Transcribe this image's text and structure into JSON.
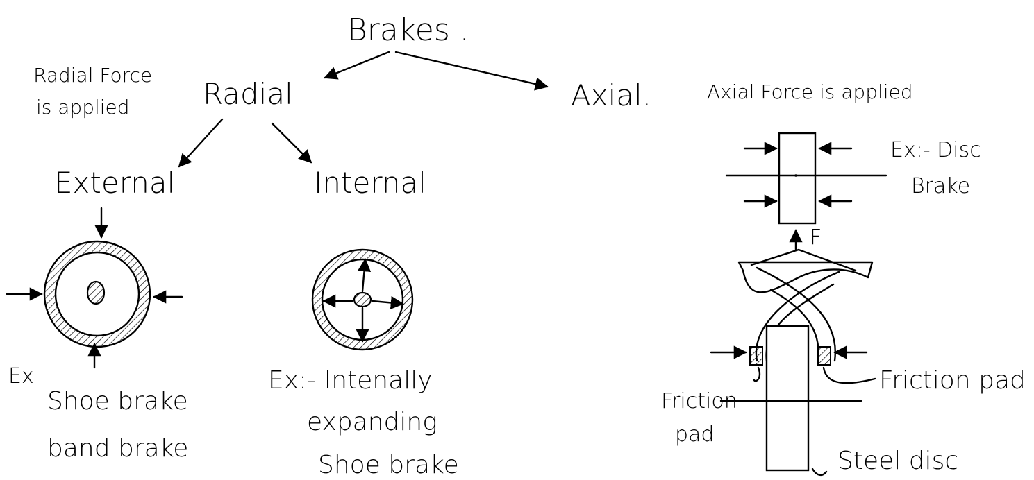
{
  "title": "Brakes .",
  "radial": {
    "label": "Radial",
    "note_line1": "Radial Force",
    "note_line2": "is applied",
    "external": {
      "label": "External",
      "ex_label": "Ex",
      "example_line1": "Shoe brake",
      "example_line2": "band brake"
    },
    "internal": {
      "label": "Internal",
      "example_line1": "Ex:- Intenally",
      "example_line2": "expanding",
      "example_line3": "Shoe brake"
    }
  },
  "axial": {
    "label": "Axial.",
    "note": "Axial Force is applied",
    "example_line1": "Ex:- Disc",
    "example_line2": "Brake",
    "force_label": "F",
    "friction_pad_right": "Friction pad",
    "friction_pad_left_line1": "Friction",
    "friction_pad_left_line2": "pad",
    "steel_disc": "Steel disc"
  },
  "colors": {
    "ink": "#000000",
    "paper": "#ffffff"
  }
}
